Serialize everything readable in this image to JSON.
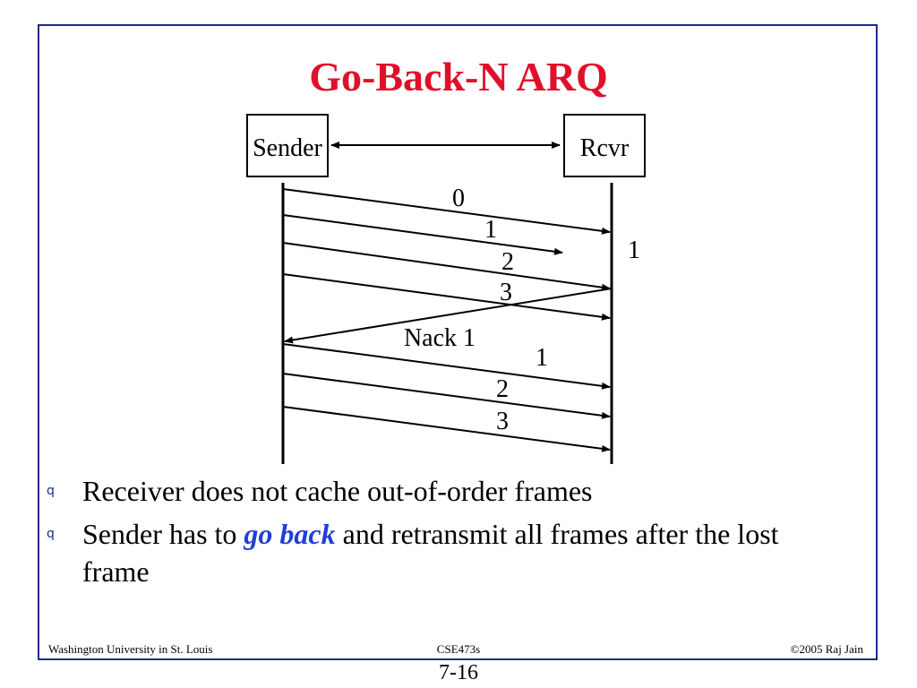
{
  "slide": {
    "title": "Go-Back-N ARQ",
    "title_color": "#e0102a",
    "border_color": "#1f2a8a"
  },
  "diagram": {
    "sender_label": "Sender",
    "receiver_label": "Rcvr",
    "frames": [
      {
        "label": "0",
        "direction": "sender-to-receiver",
        "status": "delivered"
      },
      {
        "label": "1",
        "direction": "sender-to-receiver",
        "status": "lost"
      },
      {
        "label": "2",
        "direction": "sender-to-receiver",
        "status": "delivered"
      },
      {
        "label": "3",
        "direction": "sender-to-receiver",
        "status": "delivered"
      },
      {
        "label": "Nack 1",
        "direction": "receiver-to-sender",
        "status": "delivered"
      },
      {
        "label": "1",
        "direction": "sender-to-receiver",
        "status": "delivered"
      },
      {
        "label": "2",
        "direction": "sender-to-receiver",
        "status": "delivered"
      },
      {
        "label": "3",
        "direction": "sender-to-receiver",
        "status": "delivered"
      }
    ],
    "receiver_note": "1"
  },
  "bullets": [
    {
      "marker": "q",
      "segments": [
        {
          "text": "Receiver does not cache out-of-order frames",
          "emphasis": false
        }
      ]
    },
    {
      "marker": "q",
      "segments": [
        {
          "text": "Sender has to ",
          "emphasis": false
        },
        {
          "text": "go back",
          "emphasis": true
        },
        {
          "text": " and retransmit all frames after the lost frame",
          "emphasis": false
        }
      ]
    }
  ],
  "bullet_marker_color": "#1f2a8a",
  "emphasis_color": "#1f3fd6",
  "footer": {
    "left": "Washington University in St. Louis",
    "center": "CSE473s",
    "right": "©2005 Raj Jain"
  },
  "page_number": "7-16"
}
